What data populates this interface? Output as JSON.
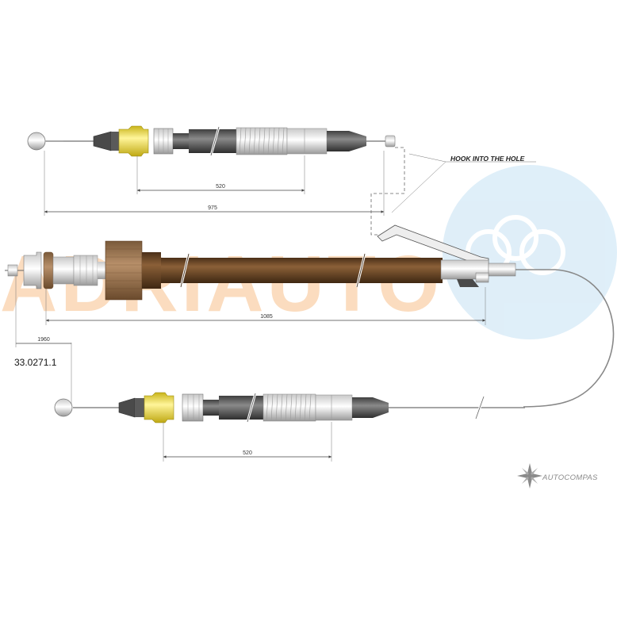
{
  "annotation": {
    "hook_label": "HOOK INTO THE HOLE"
  },
  "dimensions": {
    "top_inner": "520",
    "top_outer": "975",
    "main_length": "1085",
    "left_offset": "1960",
    "bottom_inner": "520"
  },
  "part_number": "33.0271.1",
  "watermark": {
    "text": "ADRIAUTO"
  },
  "brand": {
    "name": "AUTOCOMPAS"
  },
  "colors": {
    "yellow_clip": "#f2e23a",
    "brown_sheath": "#6e4a2c",
    "dark_grey_sleeve": "#5b5b5b",
    "watermark_orange": "#fbd9b9",
    "watermark_blue": "#d6ecf8"
  }
}
